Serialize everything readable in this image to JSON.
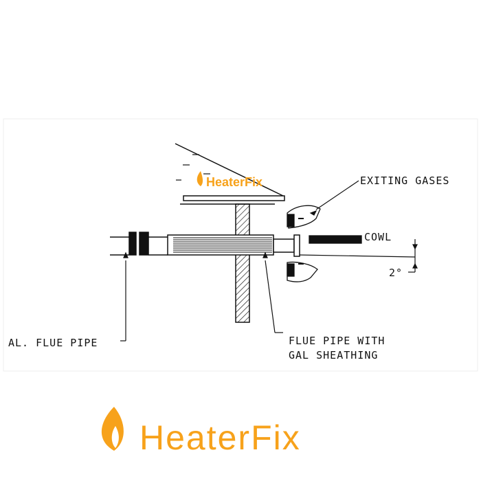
{
  "labels": {
    "exiting_gases": "EXITING GASES",
    "cowl": "COWL",
    "angle": "2°",
    "al_flue_pipe": "AL. FLUE PIPE",
    "flue_pipe_line1": "FLUE PIPE WITH",
    "flue_pipe_line2": "GAL SHEATHING"
  },
  "watermark": {
    "text": "HeaterFix"
  },
  "brand": {
    "name": "HeaterFix"
  },
  "colors": {
    "brand_orange": "#F7A21B",
    "line": "#111111",
    "frame": "#eeeeee"
  },
  "icons": [
    "flame-icon"
  ]
}
